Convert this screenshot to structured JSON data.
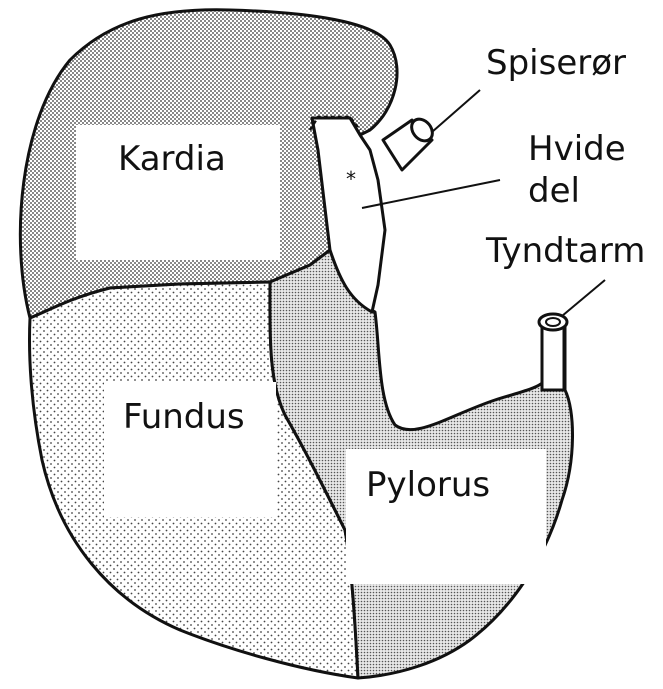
{
  "labels": {
    "kardia": "Kardia",
    "fundus": "Fundus",
    "pylorus": "Pylorus",
    "spiseroer": "Spiserør",
    "hvide_line1": "Hvide",
    "hvide_line2": "del",
    "tyndtarm": "Tyndtarm"
  },
  "colors": {
    "outline": "#111111",
    "kardia_fill": "#e6e6e6",
    "fundus_fill": "#f1f1f1",
    "pylorus_fill": "#cfcfcf",
    "label_box": "#ffffff"
  }
}
